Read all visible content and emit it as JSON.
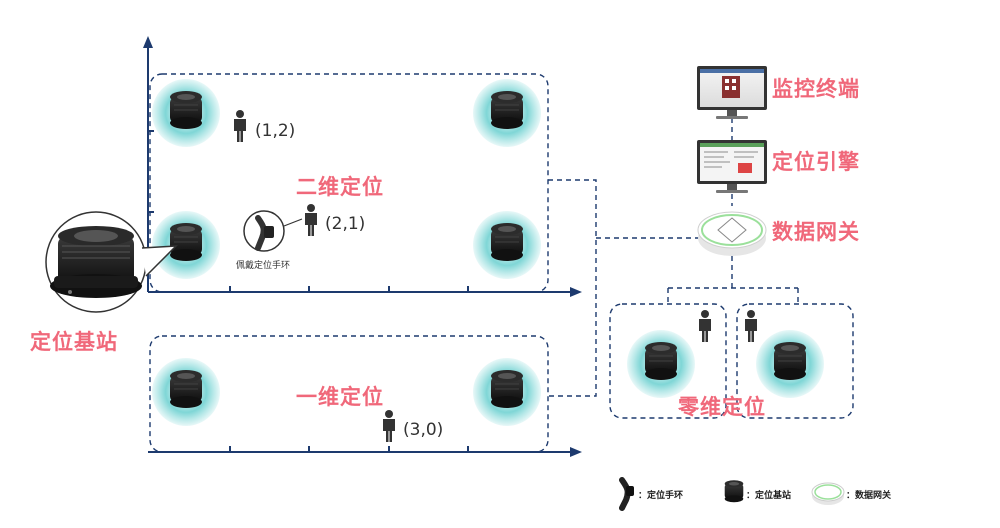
{
  "zones": {
    "two_d": "二维定位",
    "one_d": "一维定位",
    "zero_d": "零维定位"
  },
  "coords": {
    "p12": "(1,2)",
    "p21": "(2,1)",
    "p30": "(3,0)"
  },
  "base_station_title": "定位基站",
  "wristband_wearing": "佩戴定位手环",
  "system": {
    "monitor_terminal": "监控终端",
    "positioning_engine": "定位引擎",
    "data_gateway": "数据网关"
  },
  "legend": {
    "wristband": "：定位手环",
    "base_station": "：定位基站",
    "gateway": "：数据网关"
  },
  "colors": {
    "accent_red": "#f0687a",
    "line_navy": "#1d3a6e",
    "signal_teal": "#7fd6d6"
  }
}
